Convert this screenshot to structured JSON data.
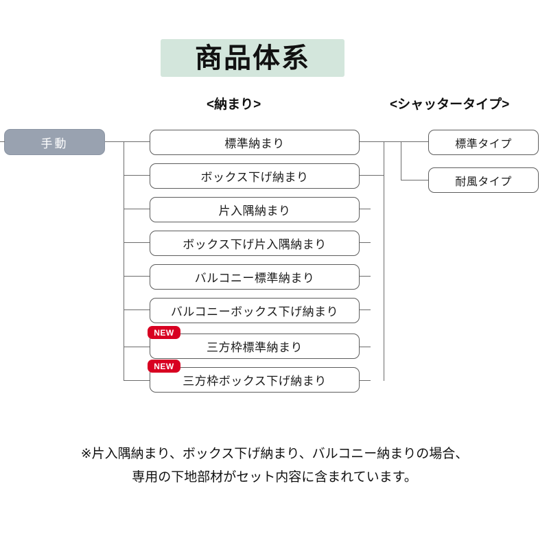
{
  "title": {
    "text": "商品体系",
    "background_color": "#d3e6dc"
  },
  "headers": {
    "osamari": "<納まり>",
    "shutter_type": "<シャッタータイプ>"
  },
  "root": {
    "label": "手動",
    "background_color": "#99a2b0",
    "text_color": "#ffffff"
  },
  "osamari_nodes": [
    {
      "label": "標準納まり",
      "badge": null
    },
    {
      "label": "ボックス下げ納まり",
      "badge": null
    },
    {
      "label": "片入隅納まり",
      "badge": null
    },
    {
      "label": "ボックス下げ片入隅納まり",
      "badge": null
    },
    {
      "label": "バルコニー標準納まり",
      "badge": null
    },
    {
      "label": "バルコニーボックス下げ納まり",
      "badge": null
    },
    {
      "label": "三方枠標準納まり",
      "badge": "NEW"
    },
    {
      "label": "三方枠ボックス下げ納まり",
      "badge": "NEW"
    }
  ],
  "shutter_type_nodes": [
    {
      "label": "標準タイプ"
    },
    {
      "label": "耐風タイプ"
    }
  ],
  "badge": {
    "label": "NEW",
    "background_color": "#d80021",
    "text_color": "#ffffff"
  },
  "footnote": {
    "line1": "※片入隅納まり、ボックス下げ納まり、バルコニー納まりの場合、",
    "line2": "専用の下地部材がセット内容に含まれています。"
  },
  "colors": {
    "line": "#6b6b6b",
    "node_border": "#5c5c5c",
    "background": "#ffffff"
  }
}
